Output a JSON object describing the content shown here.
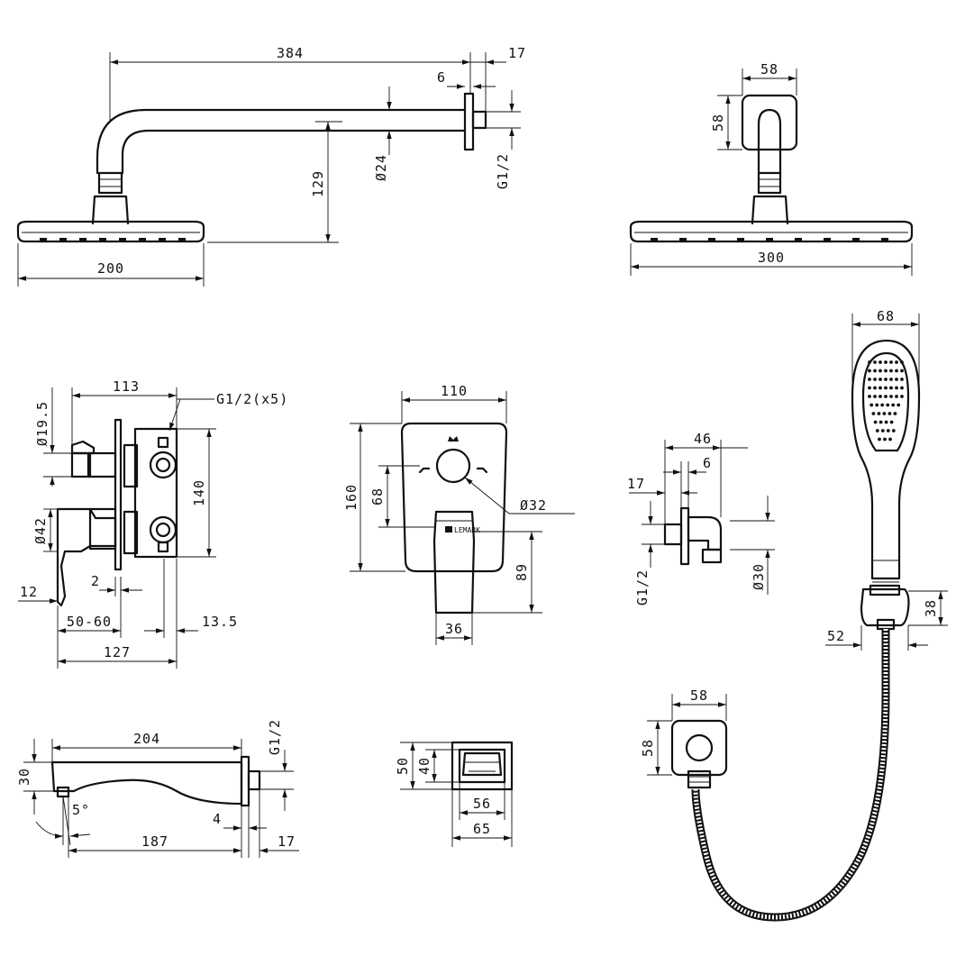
{
  "shower_arm": {
    "length": "384",
    "flange_depth": "6",
    "flange_offset": "17",
    "diameter": "Ø24",
    "thread": "G1/2",
    "drop": "129"
  },
  "rain_head_small": {
    "width": "200"
  },
  "rain_head_large": {
    "width": "300"
  },
  "ceiling_mount": {
    "width": "58",
    "height": "58"
  },
  "valve_body": {
    "outlet_diameter": "Ø19.5",
    "width": "113",
    "thread_count": "G1/2(x5)",
    "height": "140",
    "handle_diameter": "Ø42",
    "gap": "2",
    "plate": "12",
    "depth_range": "50-60",
    "setback": "13.5",
    "total_depth": "127"
  },
  "trim_plate": {
    "width": "110",
    "height": "160",
    "diverter_spacing": "68",
    "knob_diameter": "Ø32",
    "handle_drop": "89",
    "handle_width": "36",
    "brand_text": "LEMARK"
  },
  "wall_outlet": {
    "width": "46",
    "outlet_depth": "6",
    "plate_depth": "17",
    "thread": "G1/2",
    "diameter": "Ø30"
  },
  "hand_shower": {
    "width": "68",
    "holder_height": "38",
    "holder_width": "52"
  },
  "hose_outlet": {
    "width": "58",
    "height": "58"
  },
  "spout": {
    "length": "204",
    "thread": "G1/2",
    "height": "30",
    "angle": "5°",
    "gap": "4",
    "projection": "187",
    "depth": "17"
  },
  "spout_flange": {
    "outer_height": "50",
    "inner_height": "40",
    "inner_width": "56",
    "outer_width": "65"
  }
}
